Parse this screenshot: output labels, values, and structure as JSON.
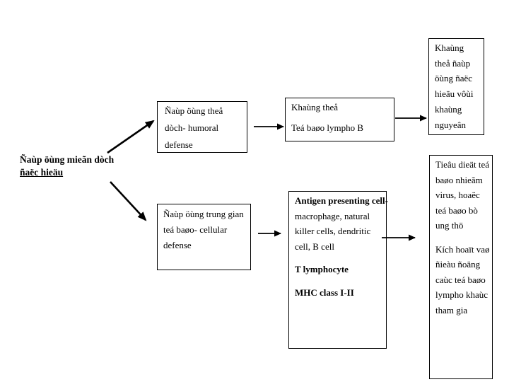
{
  "colors": {
    "background": "#ffffff",
    "text": "#000000",
    "border": "#000000",
    "arrow": "#000000"
  },
  "label": {
    "line1": "Ñaùp öùng mieãn dòch",
    "line2": "ñaëc hieäu"
  },
  "boxes": {
    "humoral": {
      "lines": [
        "Ñaùp öùng theå",
        "dòch- humoral",
        "defense"
      ]
    },
    "antibody": {
      "para1": "Khaùng theå",
      "para2": "Teá baøo lympho B"
    },
    "response": {
      "lines": [
        "Khaùng",
        "theå ñaùp",
        "öùng ñaëc",
        "hieäu vôùi",
        "khaùng",
        "nguyeân"
      ]
    },
    "cellular": {
      "lines": [
        "Ñaùp öùng trung gian",
        "teá baøo- cellular",
        "defense"
      ]
    },
    "apc": {
      "title": "Antigen presenting cell-",
      "body": [
        "macrophage, natural",
        "killer cells, dendritic",
        "cell, B cell"
      ],
      "subtitle1": "T lymphocyte",
      "subtitle2": "MHC class I-II"
    },
    "kill": {
      "para1": [
        "Tieâu dieät teá",
        "baøo nhieãm",
        "virus, hoaëc",
        "teá baøo bò",
        "ung thö"
      ],
      "para2": [
        "Kích hoaït vaø",
        "ñieàu ñoäng",
        "caùc teá baøo",
        "lympho khaùc",
        "tham gia"
      ]
    }
  }
}
